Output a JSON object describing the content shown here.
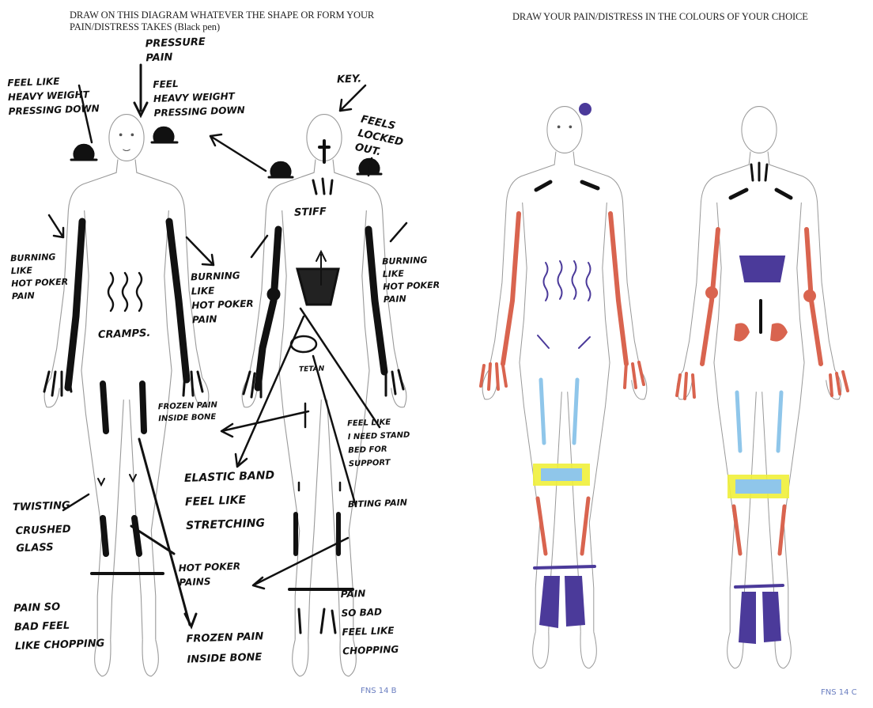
{
  "left": {
    "instruction": "DRAW ON THIS DIAGRAM WHATEVER THE SHAPE OR FORM YOUR PAIN/DISTRESS TAKES (Black pen)",
    "annotations": {
      "pressure_pain": "PRESSURE\nPAIN",
      "heavy_weight_left": "FEEL LIKE\nHEAVY WEIGHT\nPRESSING DOWN",
      "heavy_weight_center": "FEEL\nHEAVY WEIGHT\nPRESSING DOWN",
      "key": "KEY.",
      "locked_out": "FEELS\nLOCKED\nOUT.",
      "stiff": "STIFF",
      "burning_left": "BURNING\nLIKE\nHOT POKER\nPAIN",
      "burning_center": "BURNING\nLIKE\nHOT POKER\nPAIN",
      "burning_right": "BURNING\nLIKE\nHOT POKER\nPAIN",
      "cramps": "CRAMPS.",
      "tetan": "TETAN",
      "frozen_pain_inside_bone_mid": "FROZEN PAIN\nINSIDE BONE",
      "feel_like_stand": "FEEL LIKE\nI NEED STAND\nBED FOR\nSUPPORT",
      "elastic_band": "ELASTIC BAND\nFEEL LIKE\nSTRETCHING",
      "biting_pain": "BITING PAIN",
      "twisting": "TWISTING",
      "crushed_glass": "CRUSHED\nGLASS",
      "hot_poker": "HOT POKER\nPAINS",
      "pain_so_bad_left": "PAIN SO\nBAD FEEL\nLIKE CHOPPING",
      "frozen_pain_inside_bone_bottom": "FROZEN PAIN\nINSIDE BONE",
      "pain_so_bad_right": "PAIN\nSO BAD\nFEEL LIKE\nCHOPPING"
    },
    "page_code": "FNS 14 B"
  },
  "right": {
    "instruction": "DRAW YOUR PAIN/DISTRESS IN THE COLOURS OF YOUR CHOICE",
    "page_code": "FNS 14 C"
  },
  "colors": {
    "ink": "#111111",
    "red": "#d9644f",
    "purple": "#4b3a9a",
    "light_blue": "#8fc6ea",
    "yellow": "#f0ef3a",
    "outline": "#9a9a9a"
  }
}
